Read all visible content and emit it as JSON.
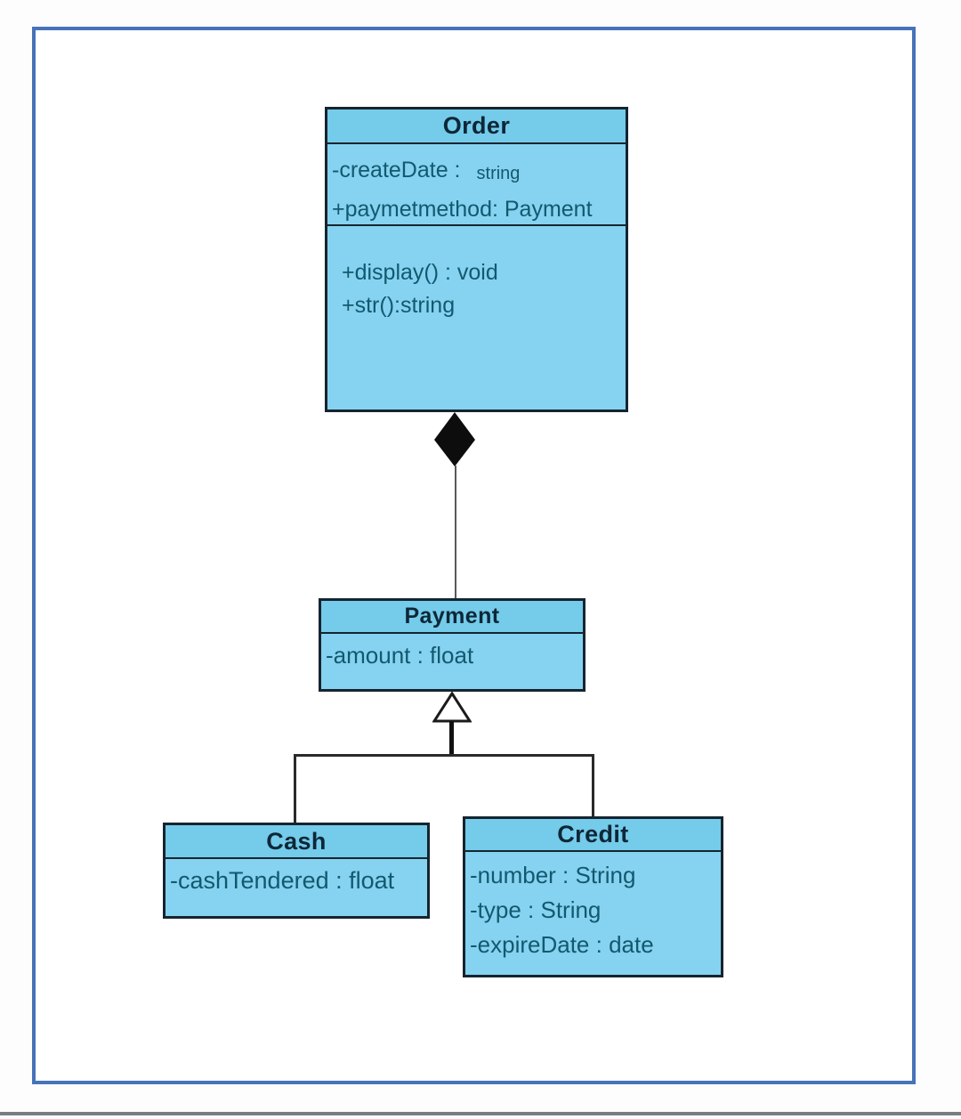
{
  "diagram": {
    "type": "uml-class-diagram",
    "classes": {
      "order": {
        "name": "Order",
        "attr1_name": "-createDate :",
        "attr1_type": "string",
        "attr2": "+paymetmethod: Payment",
        "method1": "+display() : void",
        "method2": "+str():string"
      },
      "payment": {
        "name": "Payment",
        "attr1": "-amount : float"
      },
      "cash": {
        "name": "Cash",
        "attr1": "-cashTendered : float"
      },
      "credit": {
        "name": "Credit",
        "attr1": "-number : String",
        "attr2": "-type : String",
        "attr3": "-expireDate : date"
      }
    },
    "relationships": [
      {
        "type": "composition",
        "from": "Order",
        "to": "Payment",
        "marker": "filled-diamond"
      },
      {
        "type": "generalization",
        "parent": "Payment",
        "children": [
          "Cash",
          "Credit"
        ],
        "marker": "hollow-triangle"
      }
    ],
    "colors": {
      "class_fill": "#85D3F0",
      "class_header_fill": "#74CBEA",
      "class_border": "#16242F",
      "title_text": "#0D2737",
      "member_text": "#14586F",
      "frame_border": "#4673B9",
      "connector": "#2A2A2A",
      "bottom_edge": "#7A7D80"
    }
  }
}
